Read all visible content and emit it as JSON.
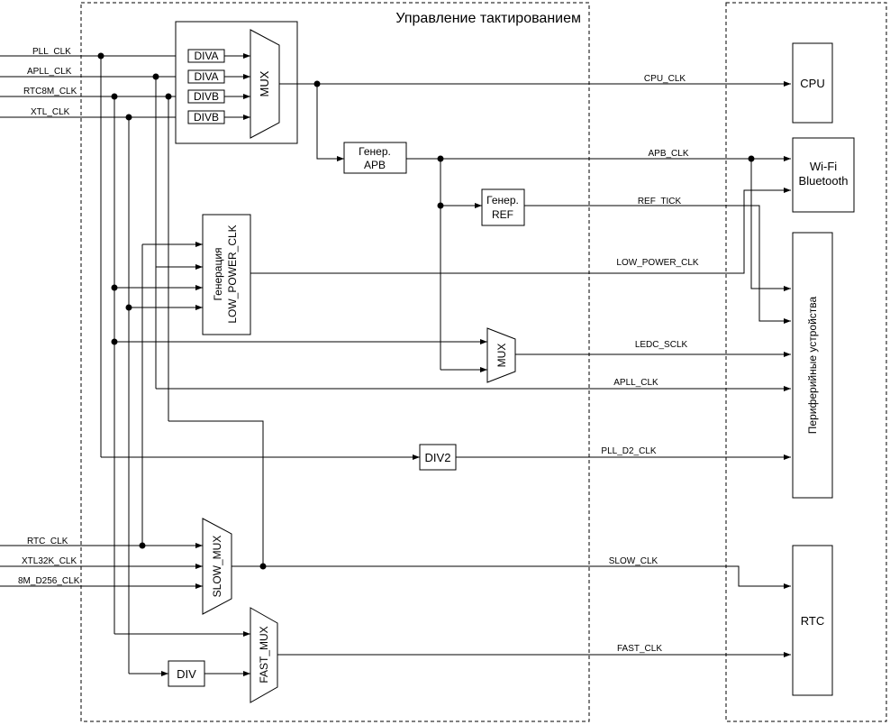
{
  "region_clock": {
    "title": "Управление тактированием"
  },
  "inputs": {
    "pll_clk": "PLL_CLK",
    "apll_clk": "APLL_CLK",
    "rtc8m_clk": "RTC8M_CLK",
    "xtl_clk": "XTL_CLK",
    "rtc_clk": "RTC_CLK",
    "xtl32k_clk": "XTL32K_CLK",
    "d256_clk": "8M_D256_CLK"
  },
  "blocks": {
    "diva_1": "DIVA",
    "diva_2": "DIVA",
    "divb_1": "DIVB",
    "divb_2": "DIVB",
    "mux_main": "MUX",
    "gen_apb": [
      "Генер.",
      "APB"
    ],
    "gen_ref": [
      "Генер.",
      "REF"
    ],
    "gen_low_power": [
      "Генерация",
      "LOW_POWER_CLK"
    ],
    "mux_ledc": "MUX",
    "div2": "DIV2",
    "slow_mux": "SLOW_MUX",
    "fast_mux": "FAST_MUX",
    "div": "DIV"
  },
  "signals": {
    "cpu_clk": "CPU_CLK",
    "apb_clk": "APB_CLK",
    "ref_tick": "REF_TICK",
    "low_power_clk": "LOW_POWER_CLK",
    "ledc_sclk": "LEDC_SCLK",
    "apll_clk": "APLL_CLK",
    "pll_d2_clk": "PLL_D2_CLK",
    "slow_clk": "SLOW_CLK",
    "fast_clk": "FAST_CLK"
  },
  "consumers": {
    "cpu": "CPU",
    "wifi_bt": [
      "Wi-Fi",
      "Bluetooth"
    ],
    "peripherals": "Периферийные устройства",
    "rtc": "RTC"
  }
}
